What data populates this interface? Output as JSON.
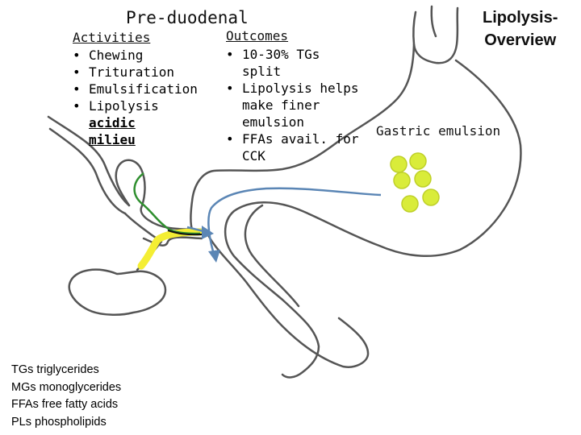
{
  "title": "Pre-duodenal",
  "corner_title": [
    "Lipolysis-",
    "Overview"
  ],
  "activities": {
    "heading": "Activities",
    "items": [
      "Chewing",
      "Trituration",
      "Emulsification"
    ],
    "last_prefix": "Lipolysis ",
    "last_emph_a": "acidic",
    "last_emph_b": "milieu"
  },
  "outcomes": {
    "heading": "Outcomes",
    "items": [
      "10-30% TGs split",
      "Lipolysis helps make finer emulsion",
      "FFAs avail. for CCK"
    ]
  },
  "gastric_label": "Gastric emulsion",
  "glossary": [
    "TGs triglycerides",
    "MGs monoglycerides",
    "FFAs free fatty acids",
    "PLs phospholipids"
  ],
  "colors": {
    "outline": "#555555",
    "yellow_duct": "#f4ee34",
    "green_duct": "#2f8f2f",
    "blue_arrow": "#5b86b5",
    "droplet": "#d9ec3a"
  }
}
